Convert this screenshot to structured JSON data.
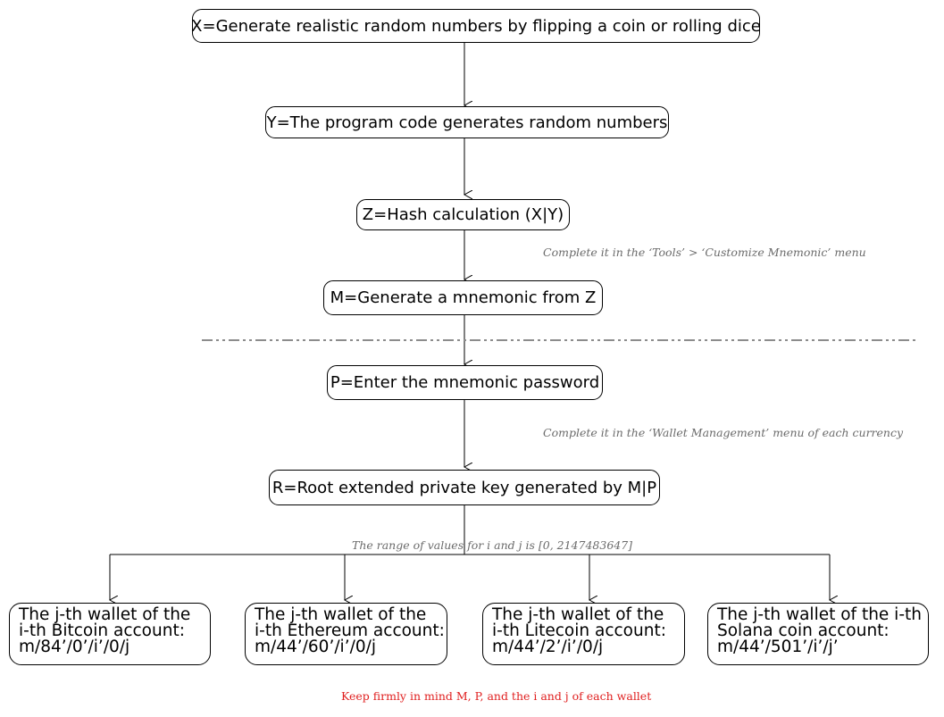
{
  "nodes": {
    "x": "X=Generate realistic random numbers by flipping a coin or rolling dice",
    "y": "Y=The program code generates random numbers",
    "z": "Z=Hash calculation (X|Y)",
    "m": "M=Generate a mnemonic from Z",
    "p": "P=Enter the mnemonic password",
    "r": "R=Root extended private key generated by M|P"
  },
  "leaves": [
    {
      "line1": "The j-th wallet of the",
      "line2": "i-th Bitcoin account:",
      "line3": "m/84’/0’/i’/0/j"
    },
    {
      "line1": "The j-th wallet of the",
      "line2": "i-th Ethereum account:",
      "line3": "m/44’/60’/i’/0/j"
    },
    {
      "line1": "The j-th wallet of the",
      "line2": "i-th Litecoin account:",
      "line3": "m/44’/2’/i’/0/j"
    },
    {
      "line1": "The j-th wallet of the i-th",
      "line2": "Solana coin account:",
      "line3": "m/44’/501’/i’/j’"
    }
  ],
  "notes": {
    "tools": "Complete it in the ‘Tools’ > ‘Customize Mnemonic’ menu",
    "wallet": "Complete it in the ‘Wallet Management’ menu of each currency",
    "range": "The range of values for i and j is [0, 2147483647]"
  },
  "footer": "Keep firmly in mind M, P, and the i and j of each wallet",
  "colors": {
    "line": "#000000",
    "separator": "#8c8c8c",
    "note": "#6b6b6b",
    "footer": "#e02020"
  }
}
